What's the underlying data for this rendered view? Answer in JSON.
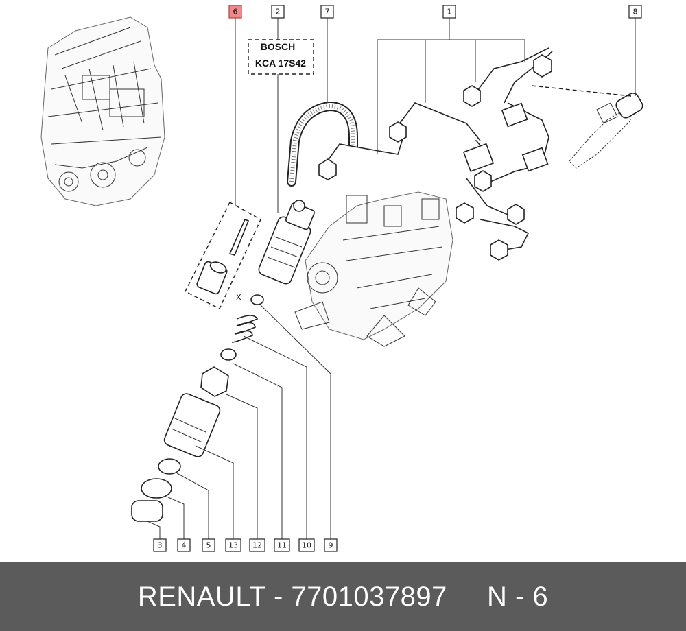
{
  "diagram": {
    "label_box_lines": [
      "BOSCH",
      "KCA 17S42"
    ],
    "callouts": {
      "c1": "1",
      "c2": "2",
      "c3": "3",
      "c4": "4",
      "c5": "5",
      "c6": "6",
      "c7": "7",
      "c8": "8",
      "c9": "9",
      "c10": "10",
      "c11": "11",
      "c12": "12",
      "c13": "13"
    },
    "cut_mark": "X",
    "highlight_color": "#f08a8a"
  },
  "footer": {
    "brand": "RENAULT",
    "separator": " - ",
    "part_number": "7701037897",
    "gap": "     ",
    "note": "N - 6",
    "background_color": "#5b5b5c"
  }
}
